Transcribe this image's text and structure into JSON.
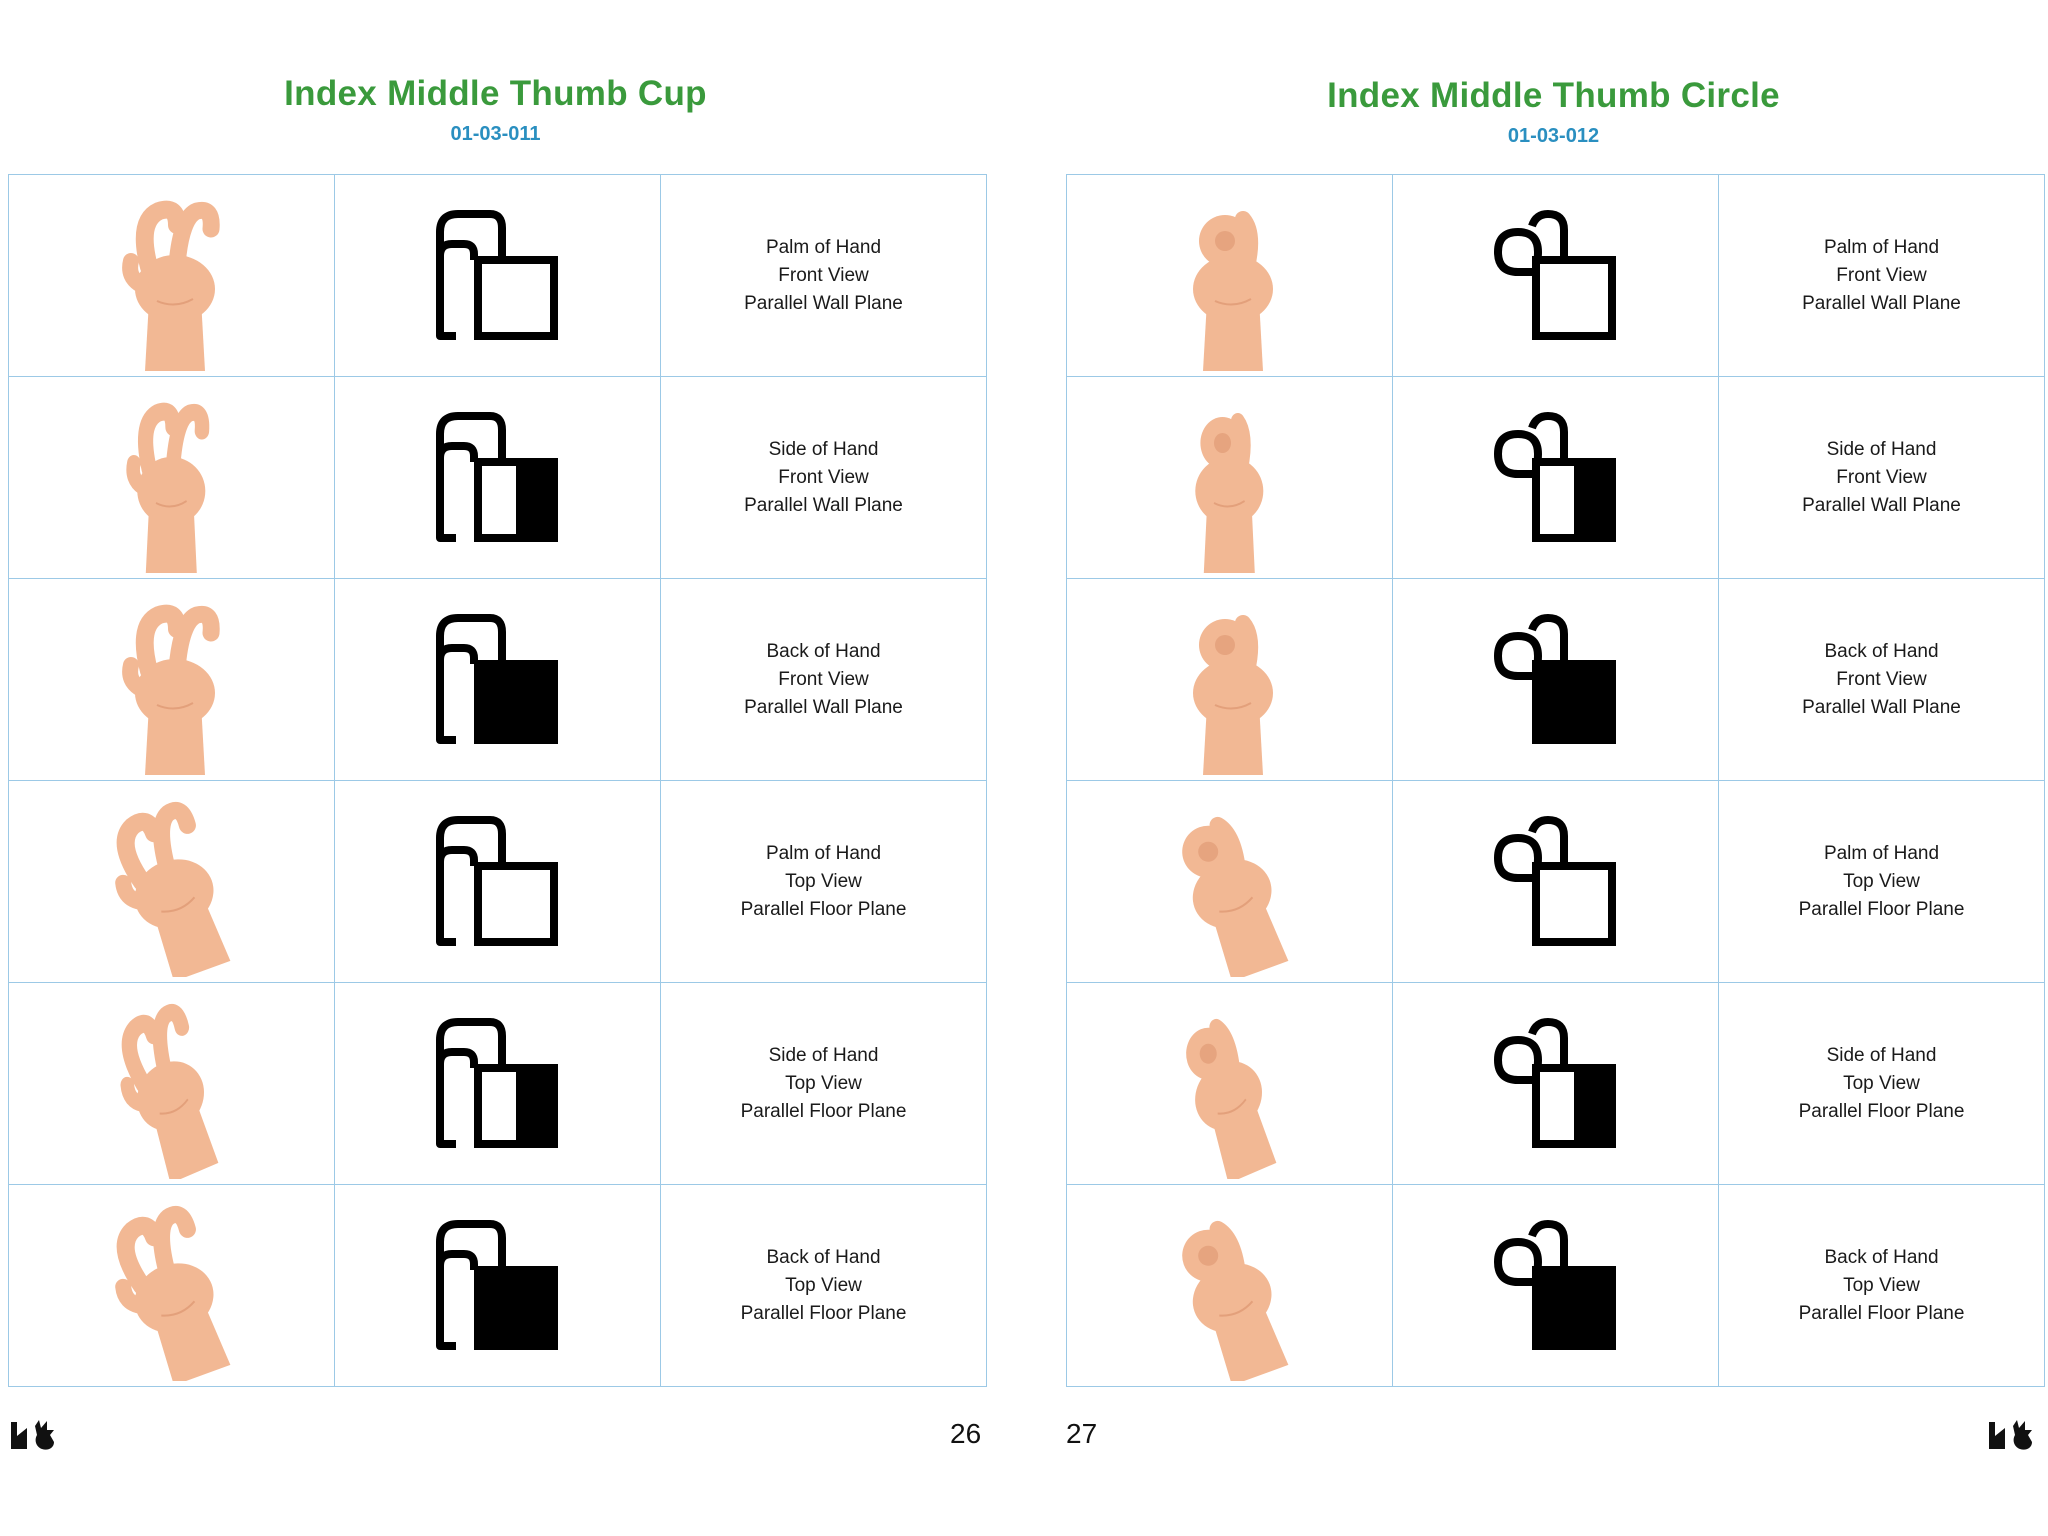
{
  "pages": [
    {
      "title": "Index Middle Thumb Cup",
      "code": "01-03-011",
      "page_number": "26",
      "shape": "cup",
      "rows": [
        {
          "lines": [
            "Palm of Hand",
            "Front View",
            "Parallel Wall Plane"
          ],
          "fill": "none",
          "hand": "hand-palm-front"
        },
        {
          "lines": [
            "Side of Hand",
            "Front View",
            "Parallel Wall Plane"
          ],
          "fill": "half",
          "hand": "hand-side-front"
        },
        {
          "lines": [
            "Back of Hand",
            "Front View",
            "Parallel Wall Plane"
          ],
          "fill": "full",
          "hand": "hand-back-front"
        },
        {
          "lines": [
            "Palm of Hand",
            "Top View",
            "Parallel Floor Plane"
          ],
          "fill": "none",
          "hand": "hand-palm-top"
        },
        {
          "lines": [
            "Side of Hand",
            "Top View",
            "Parallel Floor Plane"
          ],
          "fill": "half",
          "hand": "hand-side-top"
        },
        {
          "lines": [
            "Back of Hand",
            "Top View",
            "Parallel Floor Plane"
          ],
          "fill": "full",
          "hand": "hand-back-top"
        }
      ]
    },
    {
      "title": "Index Middle Thumb Circle",
      "code": "01-03-012",
      "page_number": "27",
      "shape": "circle",
      "rows": [
        {
          "lines": [
            "Palm of Hand",
            "Front View",
            "Parallel Wall Plane"
          ],
          "fill": "none",
          "hand": "hand-palm-front"
        },
        {
          "lines": [
            "Side of Hand",
            "Front View",
            "Parallel Wall Plane"
          ],
          "fill": "half",
          "hand": "hand-side-front"
        },
        {
          "lines": [
            "Back of Hand",
            "Front View",
            "Parallel Wall Plane"
          ],
          "fill": "full",
          "hand": "hand-back-front"
        },
        {
          "lines": [
            "Palm of Hand",
            "Top View",
            "Parallel Floor Plane"
          ],
          "fill": "none",
          "hand": "hand-palm-top"
        },
        {
          "lines": [
            "Side of Hand",
            "Top View",
            "Parallel Floor Plane"
          ],
          "fill": "half",
          "hand": "hand-side-top"
        },
        {
          "lines": [
            "Back of Hand",
            "Top View",
            "Parallel Floor Plane"
          ],
          "fill": "full",
          "hand": "hand-back-top"
        }
      ]
    }
  ],
  "colors": {
    "title": "#3a9a3c",
    "code": "#2a8fc0",
    "grid": "#9cc9e6",
    "skin": "#f2b894",
    "skin_shadow": "#d9906a"
  },
  "logo_icon": "sign-logo-icon"
}
